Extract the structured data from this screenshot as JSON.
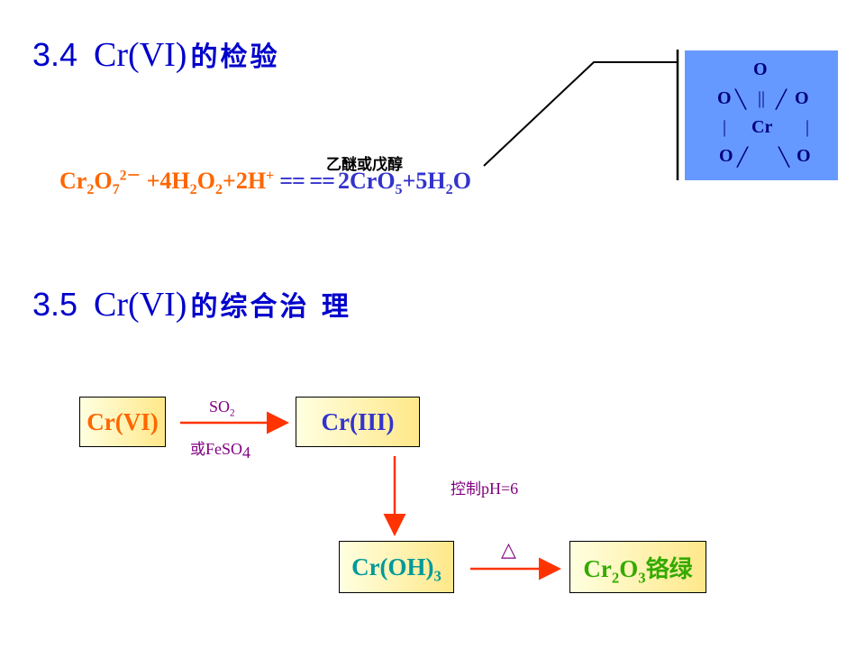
{
  "section1": {
    "number": "3.4",
    "species": "Cr(VI)",
    "title_cn": "的检验"
  },
  "equation": {
    "reactant1": "Cr",
    "r1_sub1": "2",
    "r1_o": "O",
    "r1_sub2": "7",
    "r1_charge": "2－",
    "reactant2_prefix": " +4H",
    "r2_sub1": "2",
    "r2_o": "O",
    "r2_sub2": "2",
    "reactant3": "+2H",
    "r3_charge": "+",
    "condition": "乙醚或戊醇",
    "equals": "== ==",
    "product1": "2CrO",
    "p1_sub": "5",
    "product2": "+5H",
    "p2_sub": "2",
    "p2_o": "O"
  },
  "structure": {
    "o_top": "O",
    "o_left": "O",
    "o_right": "O",
    "center": "Cr",
    "o_bottom_left": "O",
    "o_bottom_right": "O",
    "bond_double": "||",
    "bond_left_diag": "╲",
    "bond_right_diag": "╱",
    "bond_left_vert": "|",
    "bond_right_vert": "|",
    "bond_bl_diag": "╱",
    "bond_br_diag": "╲"
  },
  "section2": {
    "number": "3.5",
    "species": "Cr(VI)",
    "title_cn": "的综合治 理"
  },
  "flow": {
    "box1": "Cr(VI)",
    "box2": "Cr(III)",
    "box3_main": "Cr(OH)",
    "box3_sub": "3",
    "box4_a": "Cr",
    "box4_sub1": "2",
    "box4_b": "O",
    "box4_sub2": "3",
    "box4_cn": "铬绿",
    "reagent1": "SO",
    "reagent1_sub": "2",
    "reagent2_cn": "或",
    "reagent2": "FeSO",
    "reagent2_sub": "4",
    "condition_ph_cn": "控制",
    "condition_ph": "pH=6",
    "heat": "△"
  },
  "colors": {
    "heading": "#0000cc",
    "orange": "#ff6600",
    "indigo": "#3333cc",
    "purple": "#800080",
    "teal": "#009999",
    "green": "#33aa00",
    "arrow": "#ff3300",
    "structure_bg": "#6699ff"
  }
}
